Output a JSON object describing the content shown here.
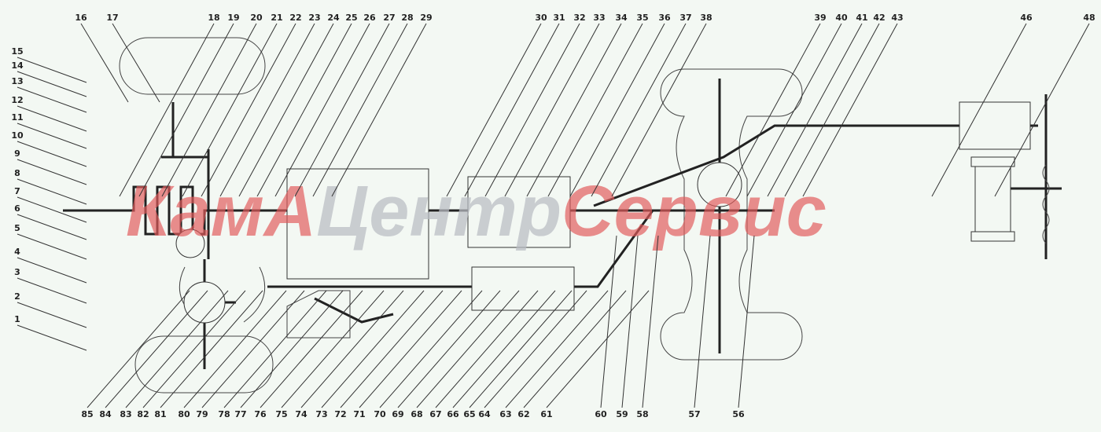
{
  "watermark": {
    "part1": "КамА",
    "part2": "Центр",
    "part3": "Сервис"
  },
  "labels_top": [
    "16",
    "17",
    "18",
    "19",
    "20",
    "21",
    "22",
    "23",
    "24",
    "25",
    "26",
    "27",
    "28",
    "29",
    "30",
    "31",
    "32",
    "33",
    "34",
    "35",
    "36",
    "37",
    "38",
    "39",
    "40",
    "41",
    "42",
    "43",
    "46",
    "48"
  ],
  "labels_left": [
    "15",
    "14",
    "13",
    "12",
    "11",
    "10",
    "9",
    "8",
    "7",
    "6",
    "5",
    "4",
    "3",
    "2",
    "1"
  ],
  "labels_bottom": [
    "85",
    "84",
    "83",
    "82",
    "81",
    "80",
    "79",
    "78",
    "77",
    "76",
    "75",
    "74",
    "73",
    "72",
    "71",
    "70",
    "69",
    "68",
    "67",
    "66",
    "65",
    "64",
    "63",
    "62",
    "61",
    "60",
    "59",
    "58",
    "57",
    "56"
  ]
}
